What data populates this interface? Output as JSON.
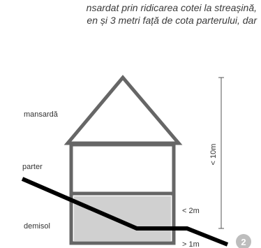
{
  "intro": {
    "line1": "nsardat prin ridicarea cotei la streașină,",
    "line2": "en și 3 metri față de cota parterului, dar"
  },
  "labels": {
    "attic": "mansardă",
    "ground": "parter",
    "basement": "demisol"
  },
  "dimensions": {
    "total_height": "< 10m",
    "basement_above": "< 2m",
    "basement_below": "> 1m"
  },
  "figure_number": "2",
  "colors": {
    "outline": "#666666",
    "ground_line": "#000000",
    "basement_fill": "#d0d0d0",
    "badge": "#bdbdbd"
  }
}
